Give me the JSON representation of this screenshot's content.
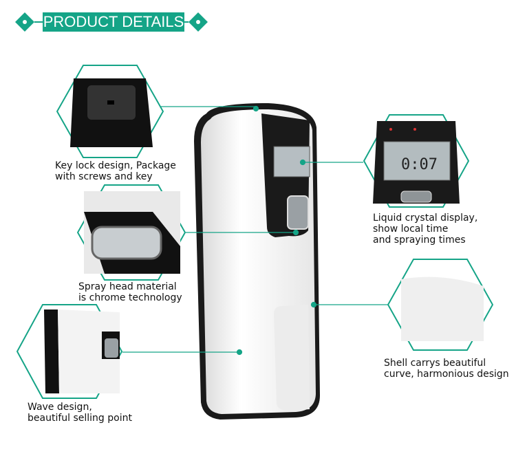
{
  "banner": {
    "title": "PRODUCT DETAILS"
  },
  "features": [
    {
      "caption": "Key lock design, Package\nwith screws and key"
    },
    {
      "caption": "Liquid crystal display,\nshow local time\nand spraying times"
    },
    {
      "caption": "Spray head material\nis chrome technology"
    },
    {
      "caption": "Shell carrys beautiful\ncurve, harmonious design"
    },
    {
      "caption": "Wave design,\nbeautiful selling point"
    }
  ],
  "lcd": {
    "time": "0:07"
  },
  "colors": {
    "accent": "#15a487",
    "body": "#f2f2f2",
    "trim": "#1a1a1a"
  }
}
